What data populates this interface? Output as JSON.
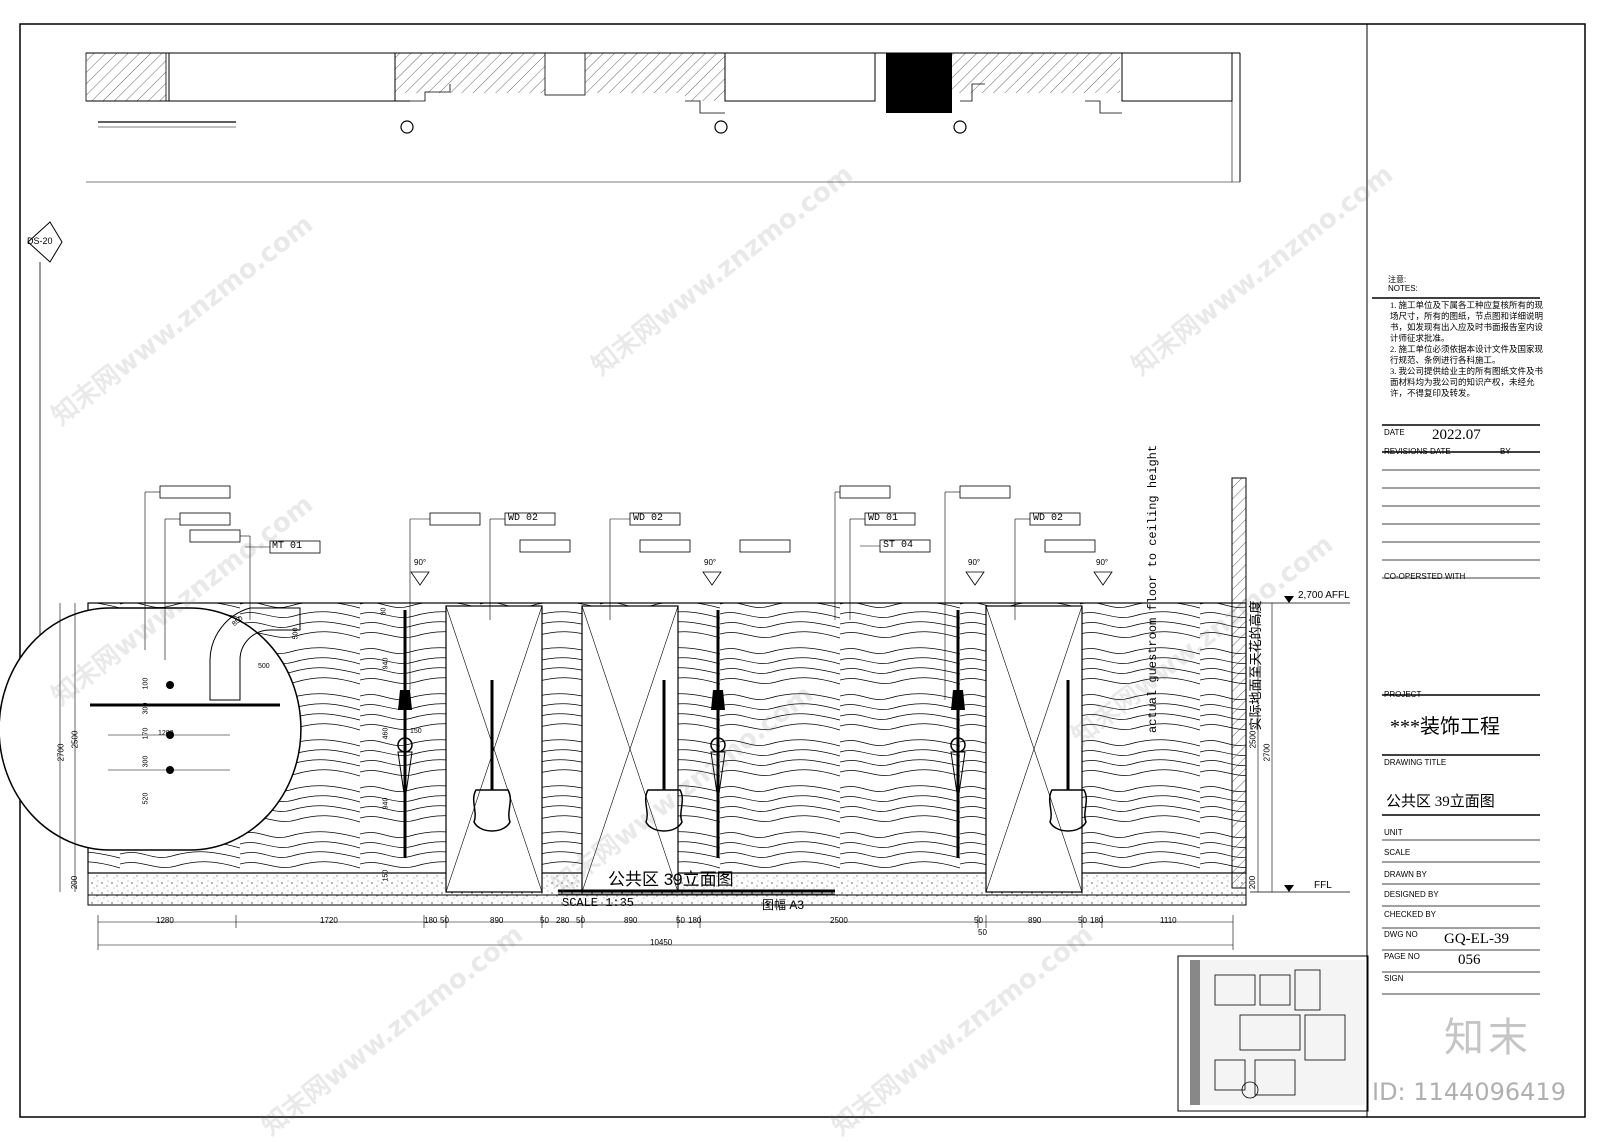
{
  "drawing": {
    "title": "公共区 39立面图",
    "scale": "SCALE 1:35",
    "paper_size": "图幅 A3",
    "section_marker": "DS-20"
  },
  "title_block": {
    "notes_cn": "注意:",
    "notes_en": "NOTES:",
    "notes": [
      "1. 施工单位及下属各工种应复核所有的现场尺寸，所有的图纸，节点图和详细说明书，如发现有出入应及时书面报告室内设计师征求批准。",
      "2. 施工单位必须依据本设计文件及国家现行规范、条例进行各科施工。",
      "3. 我公司提供给业主的所有图纸文件及书面材料均为我公司的知识产权，未经允许，不得复印及转发。"
    ],
    "date_label": "DATE",
    "date_value": "2022.07",
    "revisions_label": "REVISIONS",
    "rev_date_label": "DATE",
    "rev_by_label": "BY",
    "cooperated_label": "CO-OPERSTED WITH",
    "project_label": "PROJECT",
    "project_value": "***装饰工程",
    "drawing_title_label": "DRAWING TITLE",
    "drawing_title_value": "公共区  39立面图",
    "unit_label": "UNIT",
    "scale_label": "SCALE",
    "drawn_by_label": "DRAWN BY",
    "designed_by_label": "DESIGNED BY",
    "checked_by_label": "CHECKED BY",
    "dwg_no_label": "DWG NO",
    "dwg_no_value": "GQ-EL-39",
    "page_no_label": "PAGE NO",
    "page_no_value": "056",
    "sign_label": "SIGN"
  },
  "elevation": {
    "level_top": "2,700 AFFL",
    "level_bottom": "FFL",
    "height_note_en": "actual guestroom floor to ceiling height",
    "height_note_cn": "实际地面至天花的高度",
    "height_total": "2700",
    "height_sub": "2500",
    "height_base": "200",
    "angle_label": "90°",
    "tags": [
      "MT 01",
      "WD 02",
      "WD 02",
      "WD 01",
      "ST 04",
      "WD 02"
    ],
    "dims_bottom": [
      "1280",
      "1720",
      "180",
      "50",
      "890",
      "50",
      "280",
      "50",
      "890",
      "50",
      "180",
      "2500",
      "50",
      "890",
      "50",
      "180",
      "1110"
    ],
    "dim_total": "10450",
    "dim_50": "50",
    "side_dims": [
      "100",
      "300",
      "170",
      "1200",
      "300",
      "520",
      "940",
      "460",
      "150",
      "940",
      "80",
      "150",
      "500",
      "500",
      "850"
    ]
  },
  "watermarks": {
    "text": "知末网www.znzmo.com",
    "brand": "知末",
    "id": "ID: 1144096419"
  }
}
